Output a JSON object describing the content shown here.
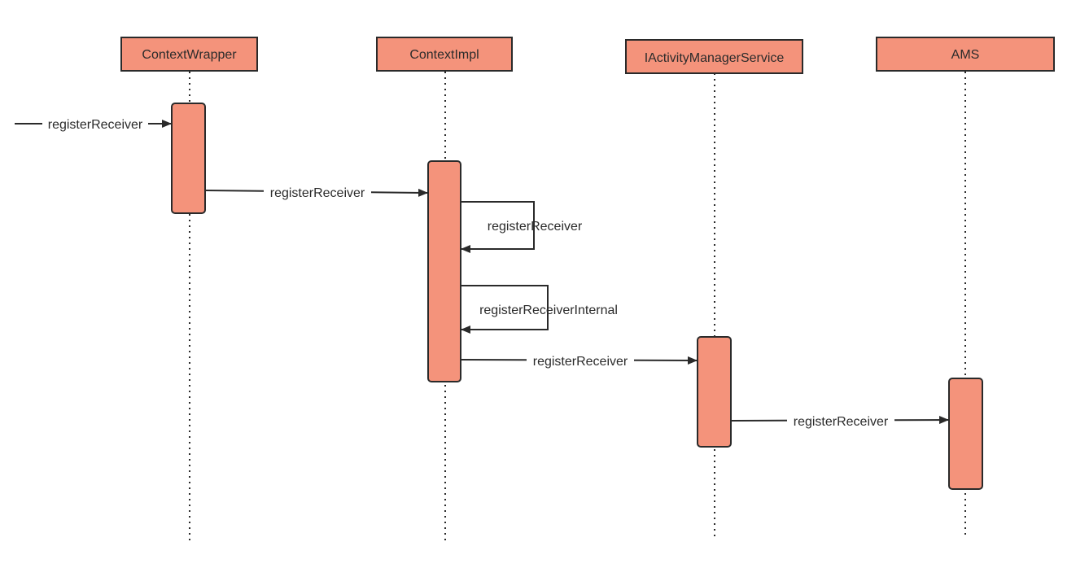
{
  "participants": [
    {
      "id": "contextwrapper",
      "label": "ContextWrapper"
    },
    {
      "id": "contextimpl",
      "label": "ContextImpl"
    },
    {
      "id": "iams",
      "label": "IActivityManagerService"
    },
    {
      "id": "ams",
      "label": "AMS"
    }
  ],
  "messages": [
    {
      "id": "m1",
      "from": "",
      "to": "ContextWrapper",
      "label": "registerReceiver"
    },
    {
      "id": "m2",
      "from": "ContextWrapper",
      "to": "ContextImpl",
      "label": "registerReceiver"
    },
    {
      "id": "m3",
      "from": "ContextImpl",
      "to": "ContextImpl",
      "label": "registerReceiver"
    },
    {
      "id": "m4",
      "from": "ContextImpl",
      "to": "ContextImpl",
      "label": "registerReceiverInternal"
    },
    {
      "id": "m5",
      "from": "ContextImpl",
      "to": "IActivityManagerService",
      "label": "registerReceiver"
    },
    {
      "id": "m6",
      "from": "IActivityManagerService",
      "to": "AMS",
      "label": "registerReceiver"
    }
  ],
  "colors": {
    "box_fill": "#f4937b",
    "stroke": "#2a2a2a"
  }
}
